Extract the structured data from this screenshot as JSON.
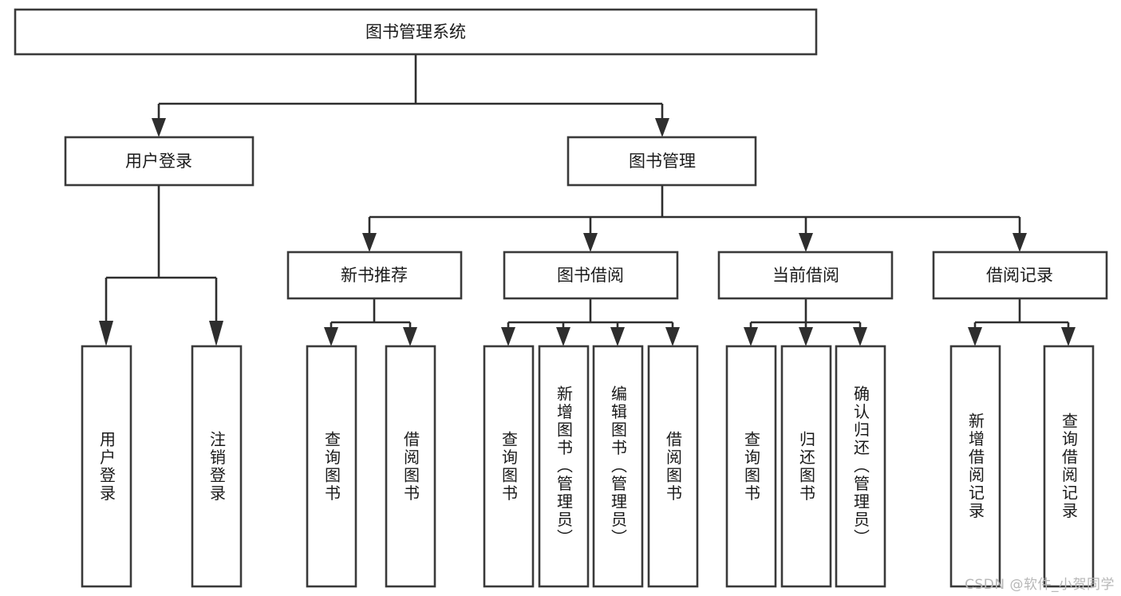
{
  "diagram": {
    "type": "tree-hierarchy",
    "title": "图书管理系统",
    "watermark": "CSDN @软件_小贺同学",
    "colors": {
      "box_stroke": "#3a3a3a",
      "connector": "#2e2e2e",
      "text": "#1a1a1a",
      "background": "#ffffff",
      "watermark": "#b7b7b7"
    },
    "levels": {
      "root": {
        "label": "图书管理系统"
      },
      "level2": [
        {
          "id": "user-login",
          "label": "用户登录"
        },
        {
          "id": "book-management",
          "label": "图书管理"
        }
      ],
      "level3": [
        {
          "id": "new-book-recommend",
          "label": "新书推荐",
          "parent": "book-management"
        },
        {
          "id": "book-borrow",
          "label": "图书借阅",
          "parent": "book-management"
        },
        {
          "id": "current-borrow",
          "label": "当前借阅",
          "parent": "book-management"
        },
        {
          "id": "borrow-record",
          "label": "借阅记录",
          "parent": "book-management"
        }
      ],
      "leaves": [
        {
          "id": "leaf-user-login",
          "label": "用户登录",
          "parent": "user-login"
        },
        {
          "id": "leaf-logout",
          "label": "注销登录",
          "parent": "user-login"
        },
        {
          "id": "leaf-query-book-1",
          "label": "查询图书",
          "parent": "new-book-recommend"
        },
        {
          "id": "leaf-borrow-book-1",
          "label": "借阅图书",
          "parent": "new-book-recommend"
        },
        {
          "id": "leaf-query-book-2",
          "label": "查询图书",
          "parent": "book-borrow"
        },
        {
          "id": "leaf-add-book",
          "label": "新增图书（管理员）",
          "parent": "book-borrow"
        },
        {
          "id": "leaf-edit-book",
          "label": "编辑图书（管理员）",
          "parent": "book-borrow"
        },
        {
          "id": "leaf-borrow-book-2",
          "label": "借阅图书",
          "parent": "book-borrow"
        },
        {
          "id": "leaf-query-book-3",
          "label": "查询图书",
          "parent": "current-borrow"
        },
        {
          "id": "leaf-return-book",
          "label": "归还图书",
          "parent": "current-borrow"
        },
        {
          "id": "leaf-confirm-return",
          "label": "确认归还（管理员）",
          "parent": "current-borrow"
        },
        {
          "id": "leaf-add-record",
          "label": "新增借阅记录",
          "parent": "borrow-record"
        },
        {
          "id": "leaf-query-record",
          "label": "查询借阅记录",
          "parent": "borrow-record"
        }
      ]
    }
  }
}
